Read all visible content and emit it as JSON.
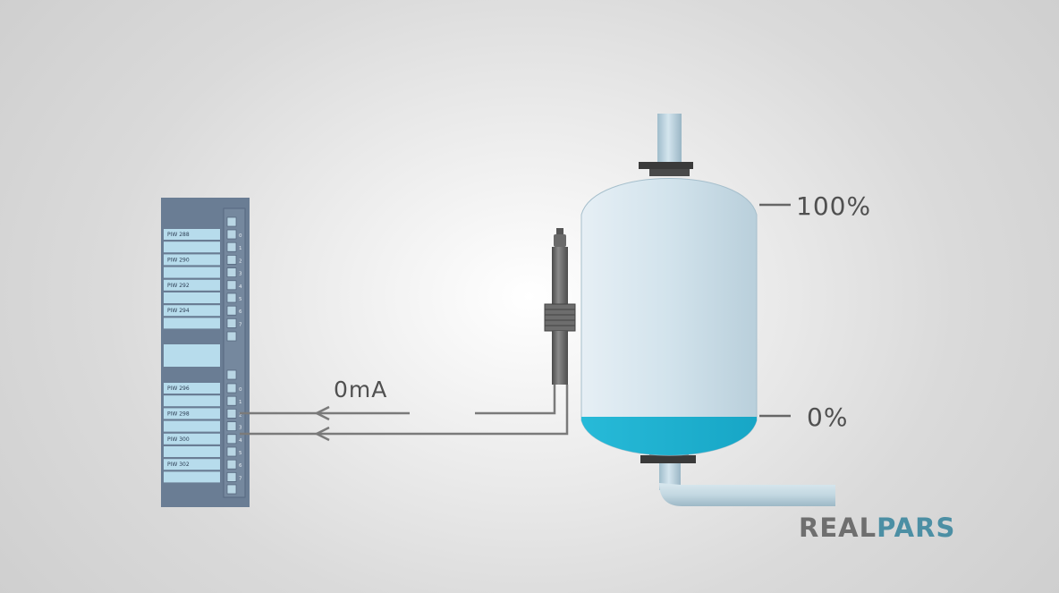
{
  "io_module": {
    "group_a": {
      "slots": [
        "PIW 288",
        "",
        "PIW 290",
        "",
        "PIW 292",
        "",
        "PIW 294",
        ""
      ],
      "channels": [
        "0",
        "1",
        "2",
        "3",
        "4",
        "5",
        "6",
        "7"
      ]
    },
    "group_b": {
      "slots": [
        "PIW 296",
        "",
        "PIW 298",
        "",
        "PIW 300",
        "",
        "PIW 302",
        ""
      ],
      "channels": [
        "0",
        "1",
        "2",
        "3",
        "4",
        "5",
        "6",
        "7"
      ]
    }
  },
  "signal": {
    "label": "0mA"
  },
  "tank": {
    "level_high_label": "100%",
    "level_low_label": "0%",
    "fill_level": 0.0
  },
  "brand": {
    "part1": "REAL",
    "part2": "PARS"
  },
  "colors": {
    "module_body": "#6a7d94",
    "module_slot": "#b7dcec",
    "tank_body": "#d0e1eb",
    "liquid": "#1fb3d2",
    "pipe": "#b6cfdb",
    "wire": "#7a7a7a",
    "logo_gray": "#6f6f6f",
    "logo_teal": "#4c8fa4"
  },
  "icons": {
    "sensor": "level-probe-icon",
    "tank": "vessel-icon",
    "module": "analog-input-module-icon"
  }
}
